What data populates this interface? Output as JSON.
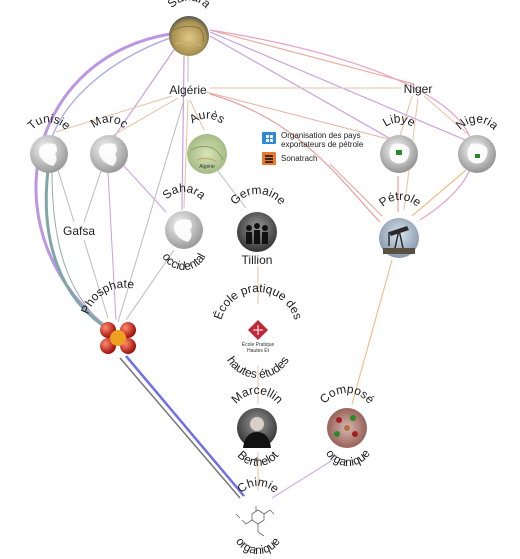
{
  "nodes": {
    "sahara": "Sahara",
    "algerie": "Algérie",
    "niger": "Niger",
    "tunisie": "Tunisie",
    "maroc": "Maroc",
    "aures": "Aurès",
    "aures_map_text": "Algérie",
    "libye": "Libye",
    "nigeria": "Nigeria",
    "gafsa": "Gafsa",
    "sahara_occ_top": "Sahara",
    "sahara_occ_bottom": "occidental",
    "germaine_top": "Germaine",
    "germaine_bottom": "Tillion",
    "petrole": "Pétrole",
    "phosphate": "Phosphate",
    "ecole_top": "École pratique des",
    "ecole_bottom": "hautes études",
    "ecole_logo_line1": "École Pratique",
    "ecole_logo_line2": "Hautes Ét",
    "marcellin_top": "Marcellin",
    "marcellin_bottom": "Berthelot",
    "compose_top": "Composé",
    "compose_bottom": "organique",
    "chimie_top": "Chimie",
    "chimie_bottom": "organique"
  },
  "legend": {
    "opep_line1": "Organisation des pays",
    "opep_line2": "exportateurs de pétrole",
    "sonatrach": "Sonatrach",
    "opep_icon": "opep-logo-icon",
    "sonatrach_icon": "sonatrach-logo-icon"
  },
  "colors": {
    "purple_edge": "#b58be0",
    "pink_edge": "#e8a0a0",
    "orange_edge": "#f0c08a",
    "blue_edge": "#6e6ee8",
    "gray_edge": "#888888",
    "teal_edge": "#7fa7a7"
  }
}
